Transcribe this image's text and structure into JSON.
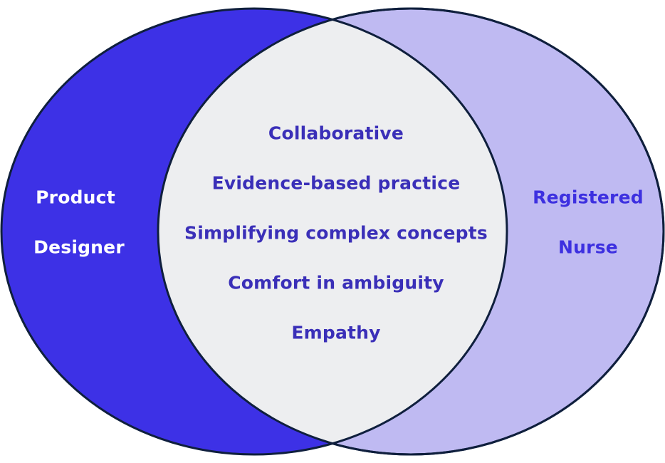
{
  "colors": {
    "left_fill": "#3d31e6",
    "right_fill": "#bfbaf2",
    "overlap_fill": "#edeef0",
    "outline": "#0f1f3d",
    "left_text": "#ffffff",
    "right_text": "#3d30e0",
    "overlap_text": "#3a2fb8"
  },
  "left_set": {
    "line1": "Product",
    "line2": "Designer"
  },
  "right_set": {
    "line1": "Registered",
    "line2": "Nurse"
  },
  "overlap": {
    "items": [
      "Collaborative",
      "Evidence-based practice",
      "Simplifying complex concepts",
      "Comfort in ambiguity",
      "Empathy"
    ]
  }
}
